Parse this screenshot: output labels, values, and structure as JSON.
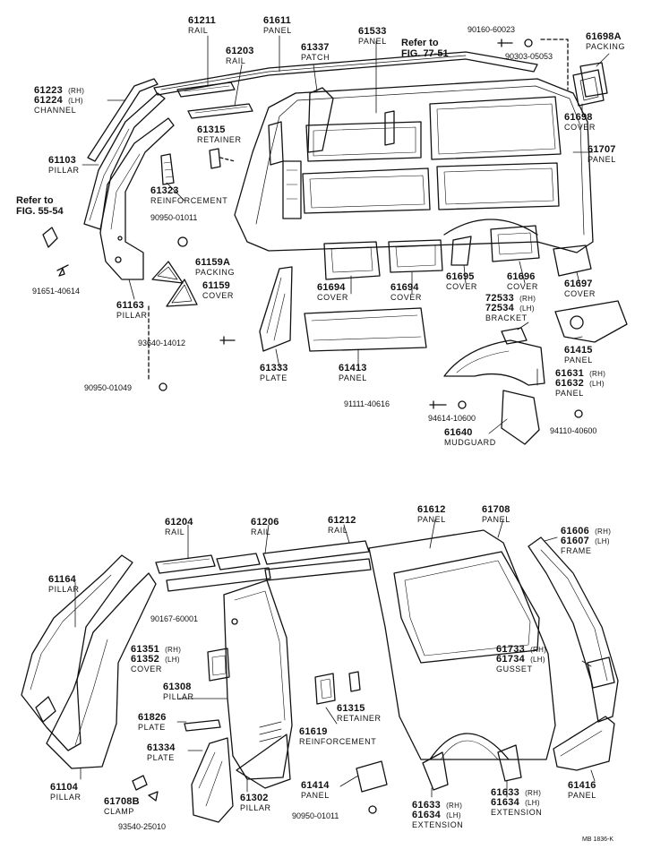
{
  "references": {
    "fig77": {
      "line1": "Refer to",
      "line2": "FIG. 77-51"
    },
    "fig55": {
      "line1": "Refer to",
      "line2": "FIG. 55-54"
    }
  },
  "parts": {
    "p61211": {
      "num": "61211",
      "name": "RAIL"
    },
    "p61611": {
      "num": "61611",
      "name": "PANEL"
    },
    "p61533": {
      "num": "61533",
      "name": "PANEL"
    },
    "p90160": {
      "num": "90160-60023"
    },
    "p61698A": {
      "num": "61698A",
      "name": "PACKING"
    },
    "p61203": {
      "num": "61203",
      "name": "RAIL"
    },
    "p61337": {
      "num": "61337",
      "name": "PATCH"
    },
    "p90303": {
      "num": "90303-05053"
    },
    "p61223": {
      "num_rh": "61223",
      "rh": "(RH)",
      "num_lh": "61224",
      "lh": "(LH)",
      "name": "CHANNEL"
    },
    "p61698": {
      "num": "61698",
      "name": "COVER"
    },
    "p61315a": {
      "num": "61315",
      "name": "RETAINER"
    },
    "p61707": {
      "num": "61707",
      "name": "PANEL"
    },
    "p61103": {
      "num": "61103",
      "name": "PILLAR"
    },
    "p61323": {
      "num": "61323",
      "name": "REINFORCEMENT"
    },
    "p90950a": {
      "num": "90950-01011"
    },
    "p61159A": {
      "num": "61159A",
      "name": "PACKING"
    },
    "p61159": {
      "num": "61159",
      "name": "COVER"
    },
    "p91651": {
      "num": "91651-40614"
    },
    "p61163": {
      "num": "61163",
      "name": "PILLAR"
    },
    "p61694a": {
      "num": "61694",
      "name": "COVER"
    },
    "p61694b": {
      "num": "61694",
      "name": "COVER"
    },
    "p61695": {
      "num": "61695",
      "name": "COVER"
    },
    "p61696": {
      "num": "61696",
      "name": "COVER"
    },
    "p61697": {
      "num": "61697",
      "name": "COVER"
    },
    "p72533": {
      "num_rh": "72533",
      "rh": "(RH)",
      "num_lh": "72534",
      "lh": "(LH)",
      "name": "BRACKET"
    },
    "p93640": {
      "num": "93640-14012"
    },
    "p61333": {
      "num": "61333",
      "name": "PLATE"
    },
    "p61413": {
      "num": "61413",
      "name": "PANEL"
    },
    "p61415": {
      "num": "61415",
      "name": "PANEL"
    },
    "p61631": {
      "num_rh": "61631",
      "rh": "(RH)",
      "num_lh": "61632",
      "lh": "(LH)",
      "name": "PANEL"
    },
    "p90950b": {
      "num": "90950-01049"
    },
    "p91111": {
      "num": "91111-40616"
    },
    "p94614": {
      "num": "94614-10600"
    },
    "p94110": {
      "num": "94110-40600"
    },
    "p61640": {
      "num": "61640",
      "name": "MUDGUARD"
    },
    "p61204": {
      "num": "61204",
      "name": "RAIL"
    },
    "p61206": {
      "num": "61206",
      "name": "RAIL"
    },
    "p61212": {
      "num": "61212",
      "name": "RAIL"
    },
    "p61612": {
      "num": "61612",
      "name": "PANEL"
    },
    "p61708": {
      "num": "61708",
      "name": "PANEL"
    },
    "p61606": {
      "num_rh": "61606",
      "rh": "(RH)",
      "num_lh": "61607",
      "lh": "(LH)",
      "name": "FRAME"
    },
    "p61164": {
      "num": "61164",
      "name": "PILLAR"
    },
    "p90167": {
      "num": "90167-60001"
    },
    "p61351": {
      "num_rh": "61351",
      "rh": "(RH)",
      "num_lh": "61352",
      "lh": "(LH)",
      "name": "COVER"
    },
    "p61308": {
      "num": "61308",
      "name": "PILLAR"
    },
    "p61733": {
      "num_rh": "61733",
      "rh": "(RH)",
      "num_lh": "61734",
      "lh": "(LH)",
      "name": "GUSSET"
    },
    "p61826": {
      "num": "61826",
      "name": "PLATE"
    },
    "p61315b": {
      "num": "61315",
      "name": "RETAINER"
    },
    "p61619": {
      "num": "61619",
      "name": "REINFORCEMENT"
    },
    "p61334": {
      "num": "61334",
      "name": "PLATE"
    },
    "p61104": {
      "num": "61104",
      "name": "PILLAR"
    },
    "p61414": {
      "num": "61414",
      "name": "PANEL"
    },
    "p61416": {
      "num": "61416",
      "name": "PANEL"
    },
    "p61708B": {
      "num": "61708B",
      "name": "CLAMP"
    },
    "p61302": {
      "num": "61302",
      "name": "PILLAR"
    },
    "p93540": {
      "num": "93540-25010"
    },
    "p90950c": {
      "num": "90950-01011"
    },
    "p61633a": {
      "num_rh": "61633",
      "rh": "(RH)",
      "num_lh": "61634",
      "lh": "(LH)",
      "name": "EXTENSION"
    },
    "p61633b": {
      "num_rh": "61633",
      "rh": "(RH)",
      "num_lh": "61634",
      "lh": "(LH)",
      "name": "EXTENSION"
    }
  },
  "footer_code": "MB 1836-K"
}
